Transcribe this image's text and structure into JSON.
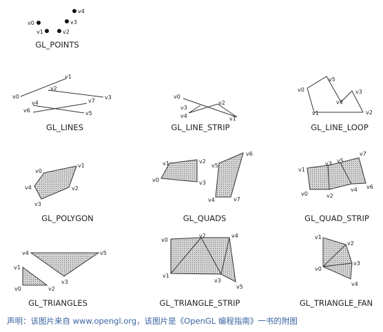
{
  "panels": {
    "points": {
      "caption": "GL_POINTS",
      "labels": [
        "v0",
        "v1",
        "v2",
        "v3",
        "v4"
      ]
    },
    "lines": {
      "caption": "GL_LINES",
      "labels": [
        "v0",
        "v1",
        "v2",
        "v3",
        "v4",
        "v5",
        "v6",
        "v7"
      ]
    },
    "line_strip": {
      "caption": "GL_LINE_STRIP",
      "labels": [
        "v0",
        "v1",
        "v2",
        "v3",
        "v4"
      ]
    },
    "line_loop": {
      "caption": "GL_LINE_LOOP",
      "labels": [
        "v0",
        "v1",
        "v2",
        "v3",
        "v4",
        "v5"
      ]
    },
    "polygon": {
      "caption": "GL_POLYGON",
      "labels": [
        "v0",
        "v1",
        "v2",
        "v3",
        "v4"
      ]
    },
    "quads": {
      "caption": "GL_QUADS",
      "labels": [
        "v0",
        "v1",
        "v2",
        "v3",
        "v4",
        "v5",
        "v6",
        "v7"
      ]
    },
    "quad_strip": {
      "caption": "GL_QUAD_STRIP",
      "labels": [
        "v0",
        "v1",
        "v2",
        "v3",
        "v4",
        "v5",
        "v6",
        "v7"
      ]
    },
    "triangles": {
      "caption": "GL_TRIANGLES",
      "labels": [
        "v0",
        "v1",
        "v2",
        "v3",
        "v4",
        "v5"
      ]
    },
    "triangle_strip": {
      "caption": "GL_TRIANGLE_STRIP",
      "labels": [
        "v0",
        "v1",
        "v2",
        "v3",
        "v4",
        "v5"
      ]
    },
    "triangle_fan": {
      "caption": "GL_TRIANGLE_FAN",
      "labels": [
        "v0",
        "v1",
        "v2",
        "v3",
        "v4"
      ]
    }
  },
  "footer_note": "声明：该图片来自 www.opengl.org，该图片是《OpenGL 编程指南》一书的附图",
  "colors": {
    "fill": "#bdbdbd",
    "stroke": "#333333",
    "note": "#3b64a0"
  }
}
